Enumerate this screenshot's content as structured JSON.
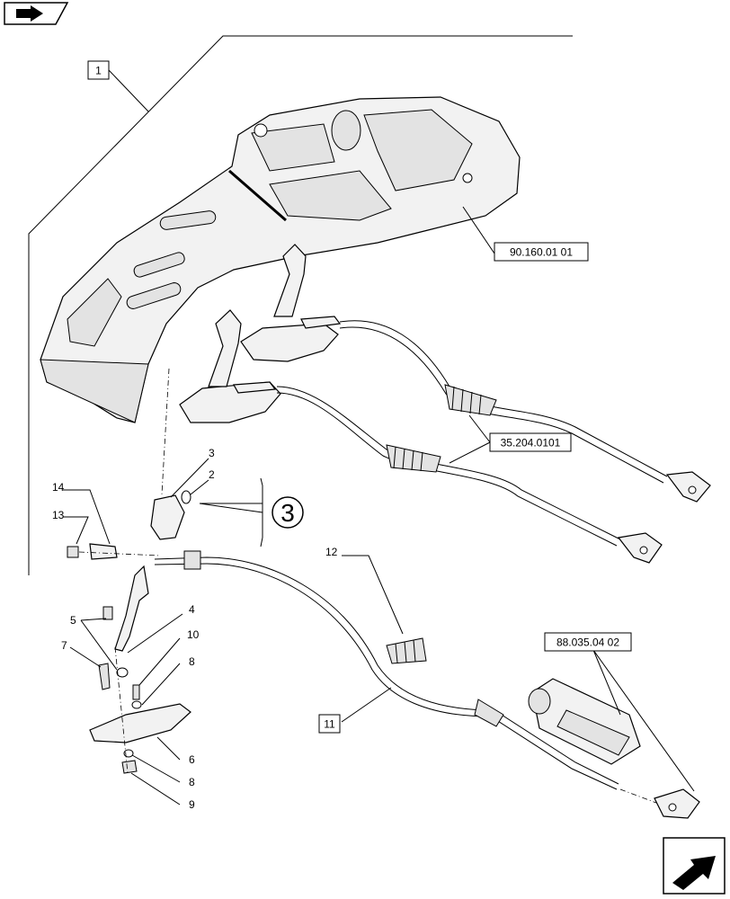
{
  "callouts": {
    "boxed": [
      {
        "id": "1",
        "text": "1"
      },
      {
        "id": "90.160.01 01",
        "text": "90.160.01 01"
      },
      {
        "id": "35.204.0101",
        "text": "35.204.0101"
      },
      {
        "id": "88.035.04 02",
        "text": "88.035.04 02"
      },
      {
        "id": "11",
        "text": "11"
      }
    ],
    "plain": [
      "3",
      "2",
      "14",
      "13",
      "12",
      "5",
      "4",
      "10",
      "7",
      "8",
      "6",
      "8",
      "9"
    ],
    "circled": "3"
  },
  "icons": {
    "top_left": "book-arrow-icon",
    "bottom_right": "next-page-arrow-icon"
  }
}
